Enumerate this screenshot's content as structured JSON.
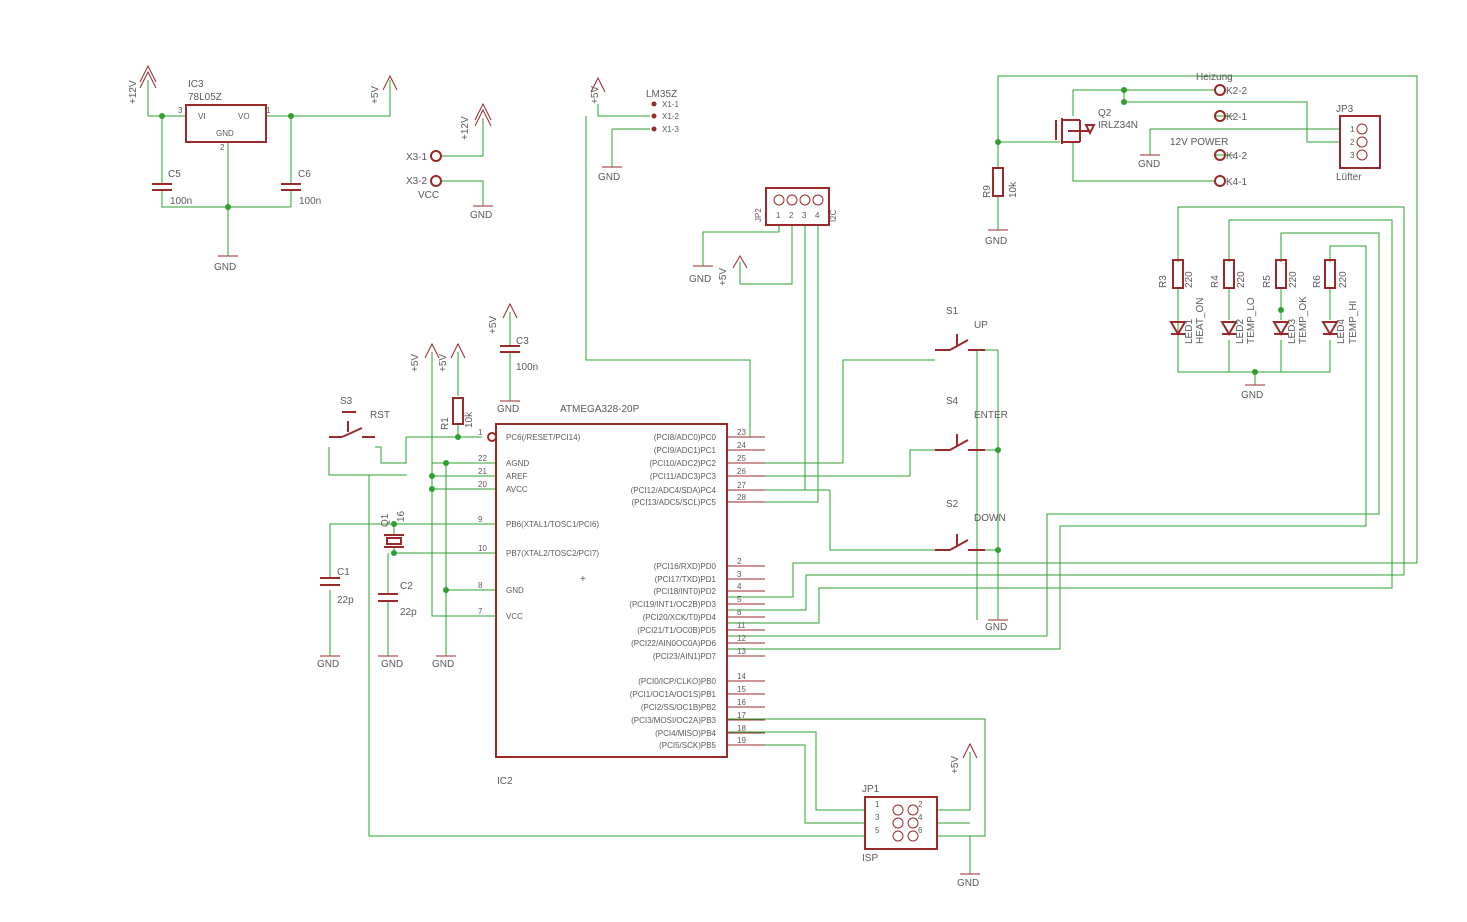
{
  "labels": {
    "ic3_name": "IC3",
    "ic3_value": "78L05Z",
    "ic3_vi": "VI",
    "ic3_vo": "VO",
    "ic3_gnd": "GND",
    "ic3_pin3": "3",
    "ic3_pin1": "1",
    "ic3_pin2": "2",
    "c5": "C5",
    "c5_val": "100n",
    "c6": "C6",
    "c6_val": "100n",
    "gnd": "GND",
    "p12v": "+12V",
    "p5v": "+5V",
    "vcc": "VCC",
    "x3_1": "X3-1",
    "x3_2": "X3-2",
    "lm35": "LM35Z",
    "x1_1": "X1-1",
    "x1_2": "X1-2",
    "x1_3": "X1-3",
    "jp2": "JP2",
    "i2c": "I2C",
    "heizung": "Heizung",
    "q2": "Q2",
    "q2_val": "IRLZ34N",
    "k2_2": "K2-2",
    "k2_1": "K2-1",
    "k4_2": "K4-2",
    "k4_1": "K4-1",
    "power12": "12V POWER",
    "jp3": "JP3",
    "luefter": "Lüfter",
    "r9": "R9",
    "r9_val": "10k",
    "r3": "R3",
    "r4": "R4",
    "r5": "R5",
    "r6": "R6",
    "r220": "220",
    "led1": "LED1",
    "led2": "LED2",
    "led3": "LED3",
    "led4": "LED4",
    "heat_on": "HEAT_ON",
    "temp_lo": "TEMP_LO",
    "temp_ok": "TEMP_OK",
    "temp_hi": "TEMP_HI",
    "s1": "S1",
    "up": "UP",
    "s4": "S4",
    "enter": "ENTER",
    "s2": "S2",
    "down": "DOWN",
    "s3": "S3",
    "rst": "RST",
    "r1": "R1",
    "r1_val": "10k",
    "c3": "C3",
    "c3_val": "100n",
    "ic2_value": "ATMEGA328-20P",
    "ic2_name": "IC2",
    "q1": "Q1",
    "q1_val": "16",
    "c1": "C1",
    "c1_val": "22p",
    "c2": "C2",
    "c2_val": "22p",
    "jp1": "JP1",
    "isp": "ISP"
  },
  "atmega_left_pins": [
    {
      "name": "PC6(/RESET/PCI14)",
      "num": "1"
    },
    {
      "name": "AGND",
      "num": "22"
    },
    {
      "name": "AREF",
      "num": "21"
    },
    {
      "name": "AVCC",
      "num": "20"
    },
    {
      "name": "PB6(XTAL1/TOSC1/PCI6)",
      "num": "9"
    },
    {
      "name": "PB7(XTAL2/TOSC2/PCI7)",
      "num": "10"
    },
    {
      "name": "GND",
      "num": "8"
    },
    {
      "name": "VCC",
      "num": "7"
    }
  ],
  "atmega_right_pins": [
    {
      "name": "(PCI8/ADC0)PC0",
      "num": "23"
    },
    {
      "name": "(PCI9/ADC1)PC1",
      "num": "24"
    },
    {
      "name": "(PCI10/ADC2)PC2",
      "num": "25"
    },
    {
      "name": "(PCI11/ADC3)PC3",
      "num": "26"
    },
    {
      "name": "(PCI12/ADC4/SDA)PC4",
      "num": "27"
    },
    {
      "name": "(PCI13/ADC5/SCL)PC5",
      "num": "28"
    },
    {
      "name": "(PCI16/RXD)PD0",
      "num": "2"
    },
    {
      "name": "(PCI17/TXD)PD1",
      "num": "3"
    },
    {
      "name": "(PCI18/INT0)PD2",
      "num": "4"
    },
    {
      "name": "(PCI19/INT1/OC2B)PD3",
      "num": "5"
    },
    {
      "name": "(PCI20/XCK/T0)PD4",
      "num": "6"
    },
    {
      "name": "(PCI21/T1/OC0B)PD5",
      "num": "11"
    },
    {
      "name": "(PCI22/AIN0OC0A)PD6",
      "num": "12"
    },
    {
      "name": "(PCI23/AIN1)PD7",
      "num": "13"
    },
    {
      "name": "(PCI0/ICP/CLKO)PB0",
      "num": "14"
    },
    {
      "name": "(PCI1/OC1A/OC1S)PB1",
      "num": "15"
    },
    {
      "name": "(PCI2/SS/OC1B)PB2",
      "num": "16"
    },
    {
      "name": "(PCI3/MOSI/OC2A)PB3",
      "num": "17"
    },
    {
      "name": "(PCI4/MISO)PB4",
      "num": "18"
    },
    {
      "name": "(PCI5/SCK)PB5",
      "num": "19"
    }
  ],
  "jp1_pins": [
    "1",
    "3",
    "5",
    "2",
    "4",
    "6"
  ],
  "jp3_pins": [
    "1",
    "2",
    "3"
  ],
  "jp2_pins": [
    "1",
    "2",
    "3",
    "4"
  ],
  "colors": {
    "wire": "#2fa02f",
    "part": "#9a2a2a",
    "text": "#5a5a5a"
  }
}
